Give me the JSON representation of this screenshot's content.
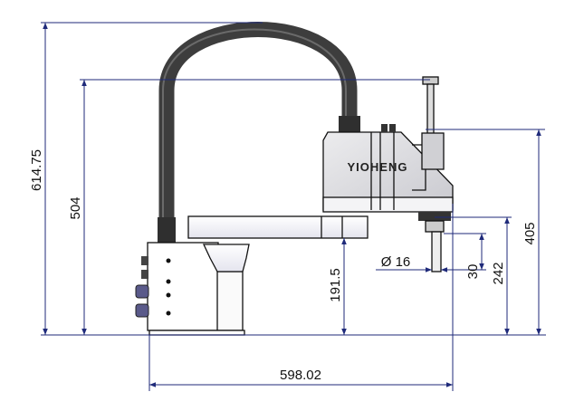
{
  "drawing": {
    "brand_label": "YIOHENG",
    "dimensions": {
      "total_height": "614.75",
      "arm_top_height": "504",
      "arm_height": "191.5",
      "reach": "598.02",
      "upper_arm_height": "405",
      "tool_flange_height": "242",
      "shaft_length": "30",
      "shaft_diameter": "Ø 16"
    },
    "colors": {
      "dimension_line": "#1f2a7a",
      "cable": "#3d3d3d",
      "housing": "#d9d9dc"
    }
  }
}
